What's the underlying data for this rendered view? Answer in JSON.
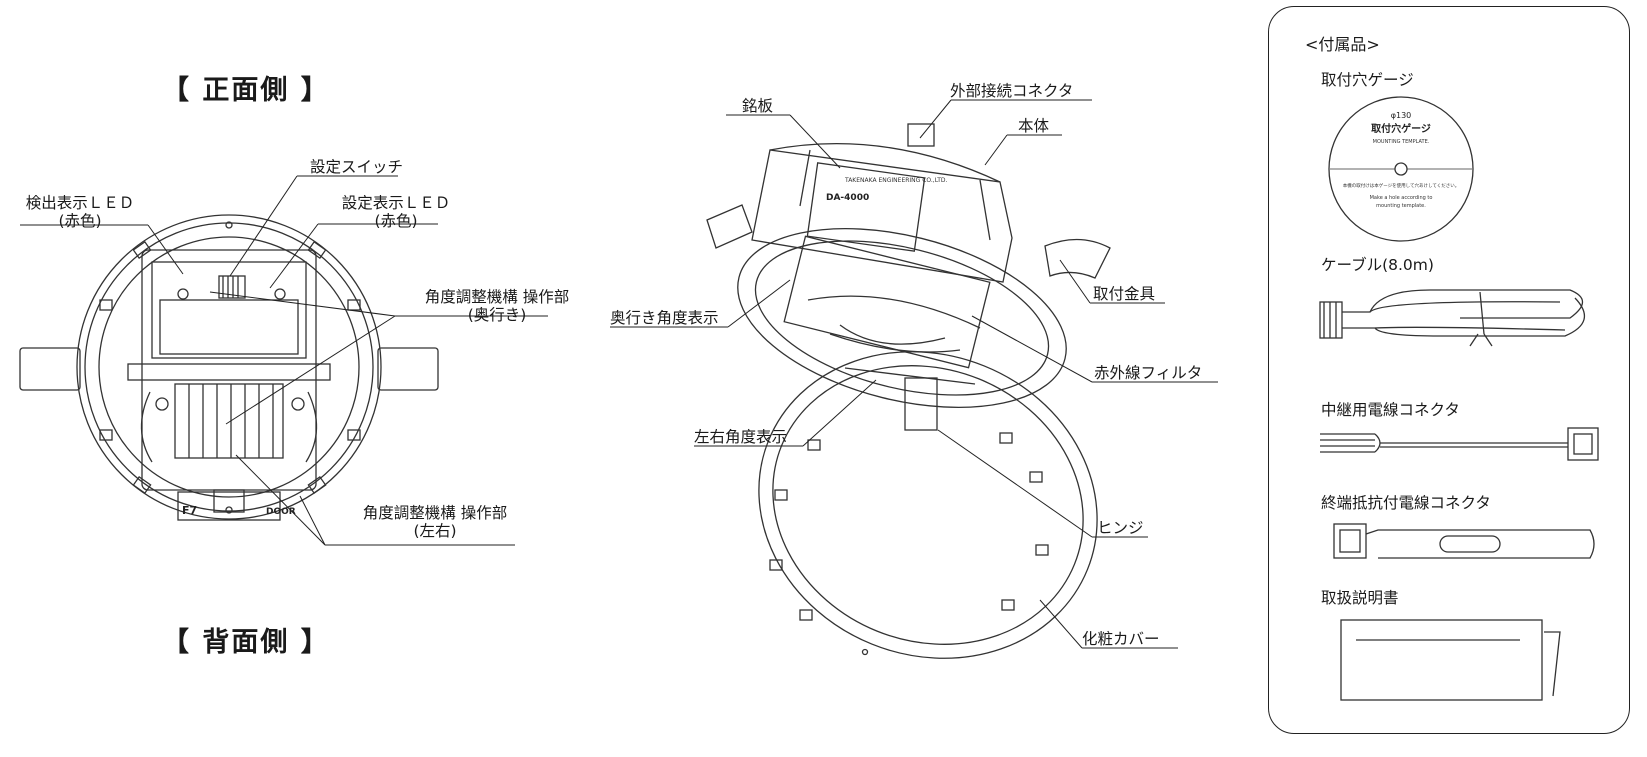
{
  "front": {
    "title": "【 正面側 】",
    "labels": {
      "detect_led_l1": "検出表示ＬＥＤ",
      "detect_led_l2": "(赤色)",
      "setting_switch": "設定スイッチ",
      "setting_led_l1": "設定表示ＬＥＤ",
      "setting_led_l2": "(赤色)",
      "angle_depth_l1": "角度調整機構 操作部",
      "angle_depth_l2": "(奥行き)",
      "angle_lr_l1": "角度調整機構 操作部",
      "angle_lr_l2": "(左右)"
    },
    "device_marks": {
      "left": "F7",
      "right": "DOOR"
    }
  },
  "back": {
    "title": "【 背面側 】"
  },
  "side": {
    "labels": {
      "nameplate": "銘板",
      "ext_connector": "外部接続コネクタ",
      "body": "本体",
      "bracket": "取付金具",
      "depth_angle": "奥行き角度表示",
      "ir_filter": "赤外線フィルタ",
      "lr_angle": "左右角度表示",
      "hinge": "ヒンジ",
      "cover": "化粧カバー"
    },
    "plate": {
      "company": "TAKENAKA ENGINEERING CO.,LTD.",
      "model": "DA-4000"
    }
  },
  "accessories": {
    "title": "<付属品>",
    "items": [
      "取付穴ゲージ",
      "ケーブル(8.0m)",
      "中継用電線コネクタ",
      "終端抵抗付電線コネクタ",
      "取扱説明書"
    ],
    "gauge": {
      "size": "φ130",
      "name": "取付穴ゲージ",
      "en": "MOUNTING TEMPLATE.",
      "note_jp": "本機の取付けは本ゲージを使用して穴あけしてください。",
      "note_en1": "Make a hole according to",
      "note_en2": "mounting template."
    }
  }
}
